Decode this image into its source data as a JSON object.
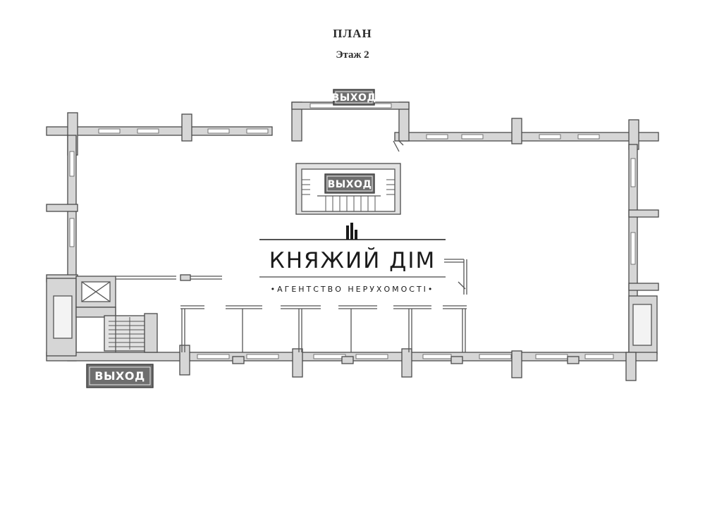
{
  "header": {
    "title": "ПЛАН",
    "subtitle": "Этаж 2"
  },
  "exits": {
    "top_label": "ВЫХОД",
    "stairs_label": "ВЫХОД",
    "bottom_left_label": "ВЫХОД"
  },
  "watermark": {
    "name": "КНЯЖИЙ ДІМ",
    "tagline": "•АГЕНТСТВО НЕРУХОМОСТІ•"
  },
  "colors": {
    "wall_fill": "#d6d6d6",
    "line": "#4a4a4a",
    "exit_sign": "#6e6e6e"
  }
}
